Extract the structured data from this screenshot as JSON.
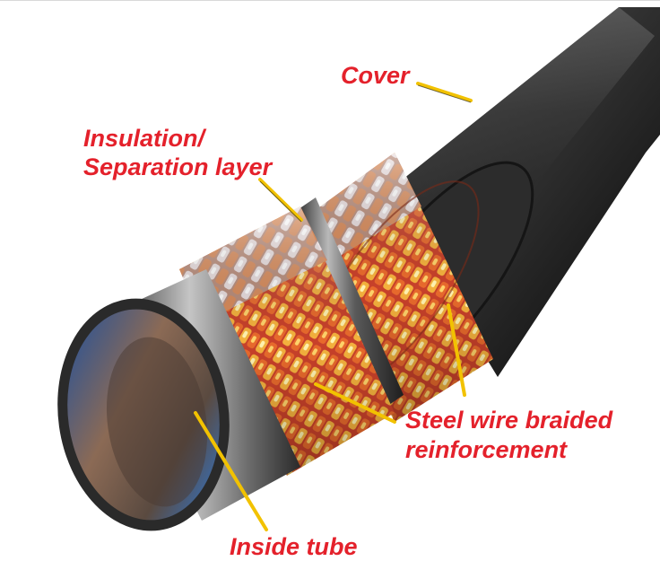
{
  "labels": {
    "cover": "Cover",
    "insulation_line1": "Insulation/",
    "insulation_line2": "Separation layer",
    "steel_line1": "Steel wire braided",
    "steel_line2": "reinforcement",
    "inside_tube": "Inside tube"
  },
  "colors": {
    "label_text": "#e4212b",
    "leader_line": "#f2c200",
    "cover": "#2b2b2b",
    "inner_tube_blue": "#1d6fd6",
    "braid_warm": "#e0502a",
    "braid_light": "#f5c94a"
  }
}
